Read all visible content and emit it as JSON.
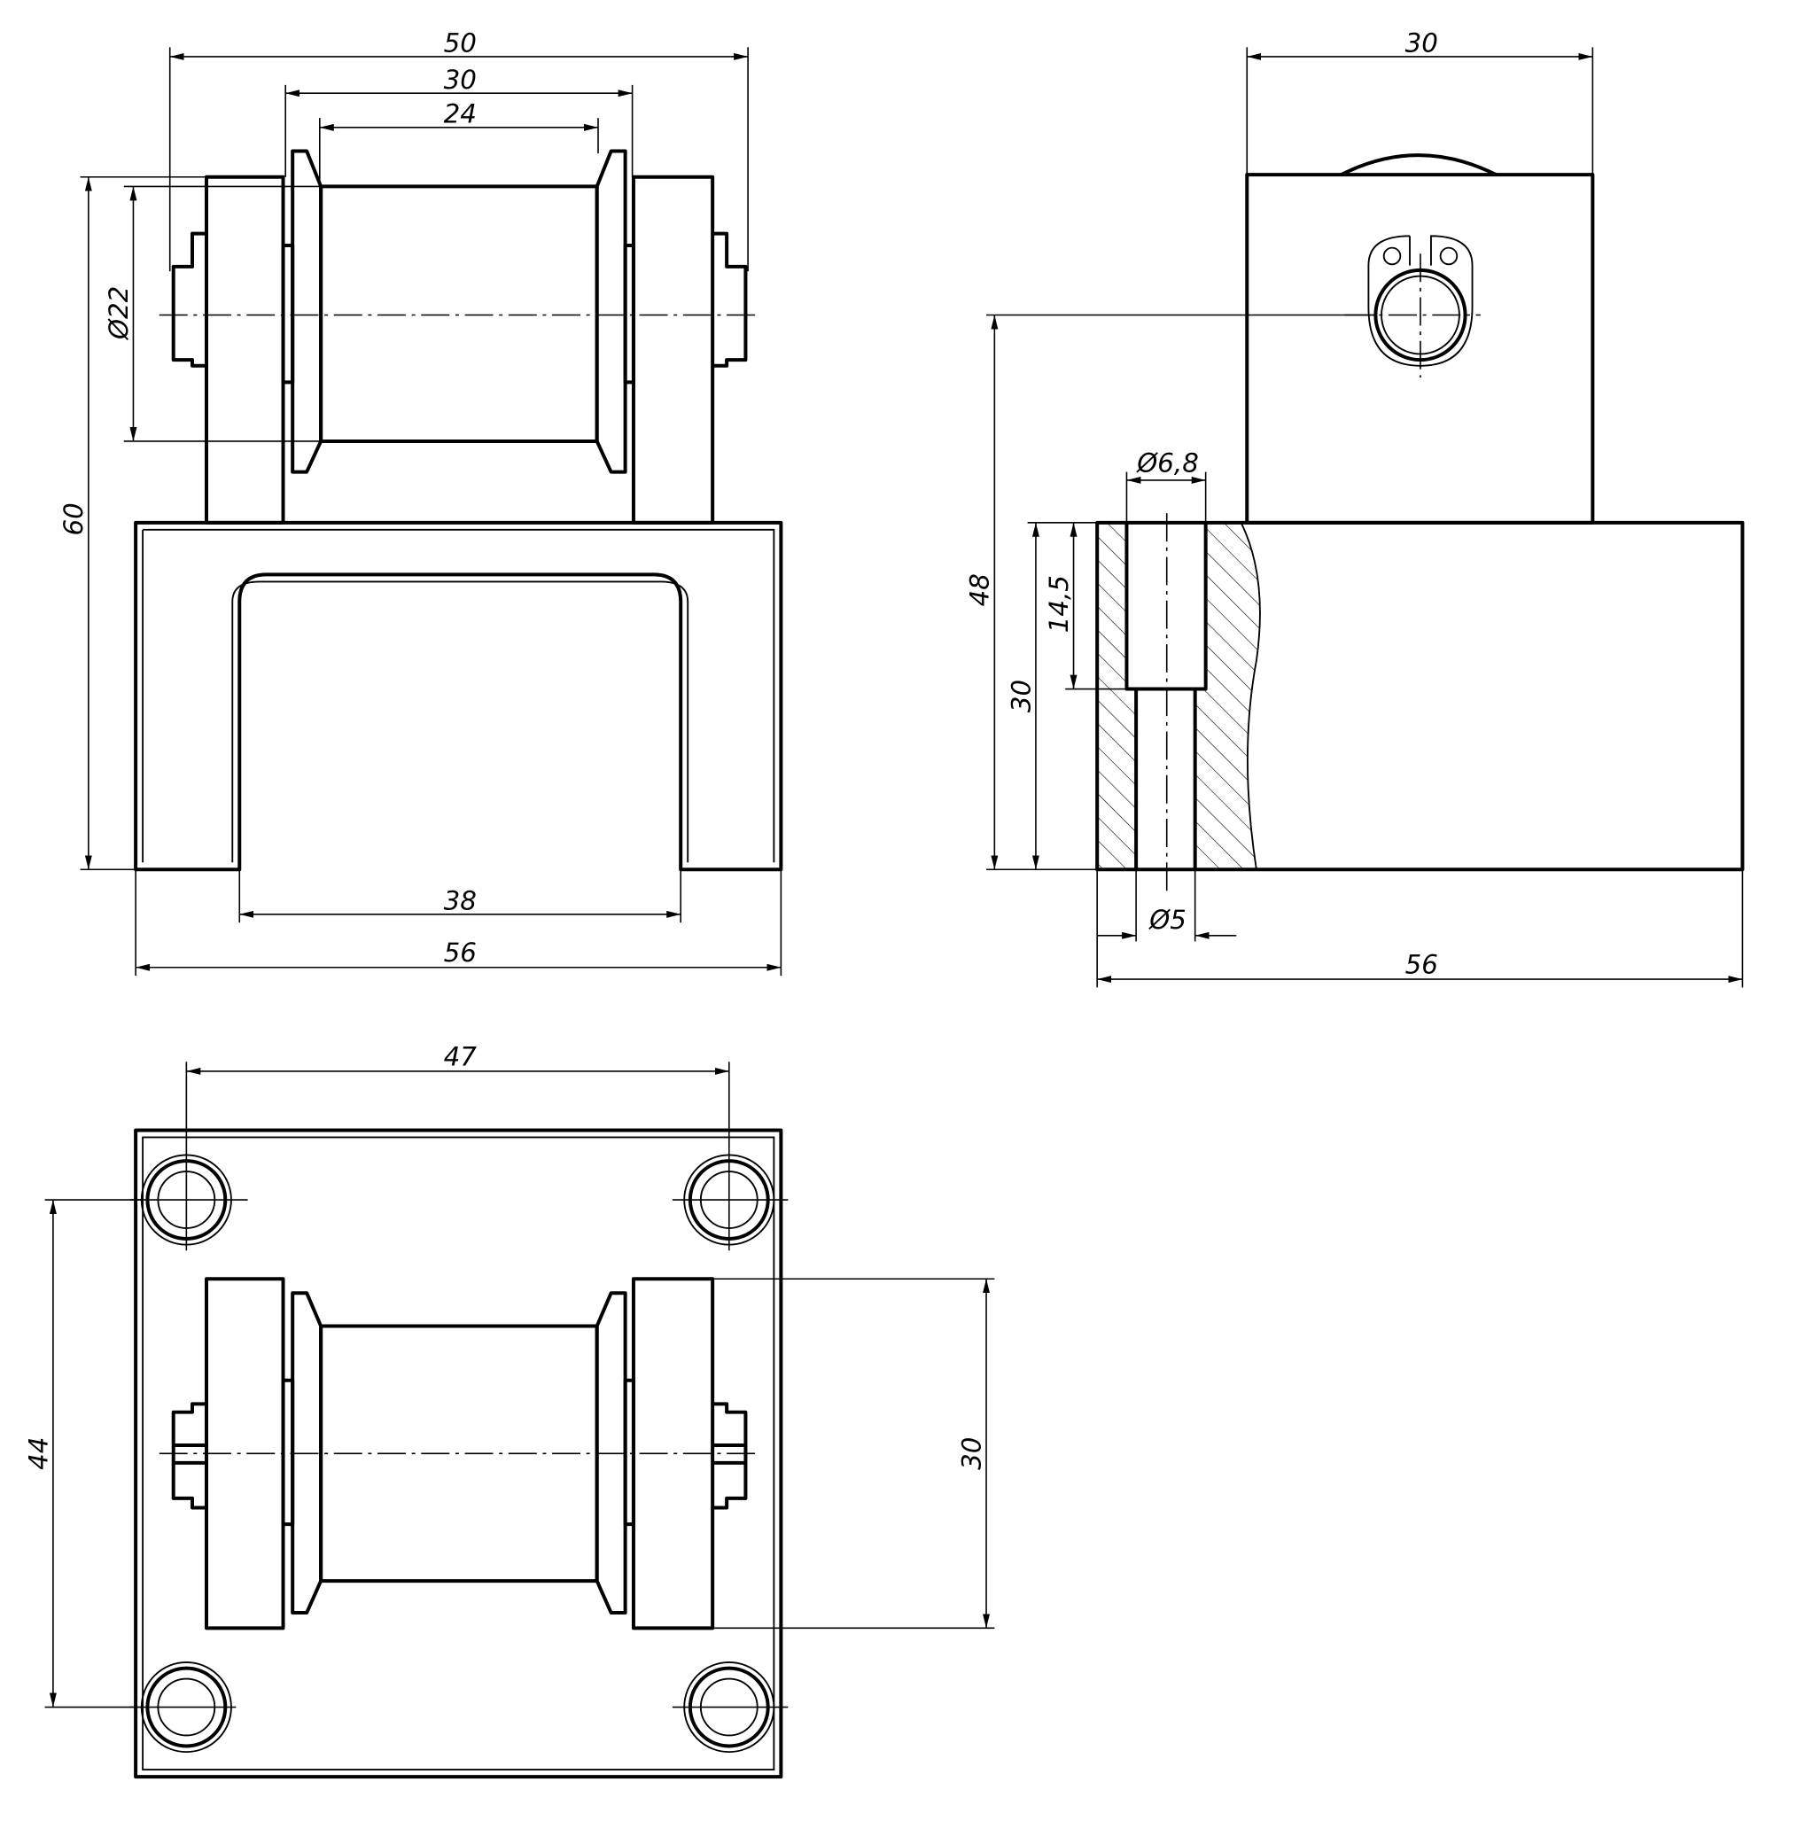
{
  "drawing": {
    "title": "Roller bracket assembly - three views",
    "front_view": {
      "dims": {
        "overall_width_top": "50",
        "plate_spacing": "30",
        "roller_length": "24",
        "roller_diameter": "Ø22",
        "height": "60",
        "slot_width": "38",
        "base_width": "56"
      }
    },
    "side_view": {
      "dims": {
        "block_width": "30",
        "counterbore_diameter": "Ø6,8",
        "axle_height": "48",
        "base_height": "30",
        "counterbore_depth": "14,5",
        "hole_diameter": "Ø5",
        "base_length": "56"
      }
    },
    "top_view": {
      "dims": {
        "hole_spacing_x": "47",
        "hole_spacing_y": "44",
        "plate_length": "30"
      }
    }
  }
}
